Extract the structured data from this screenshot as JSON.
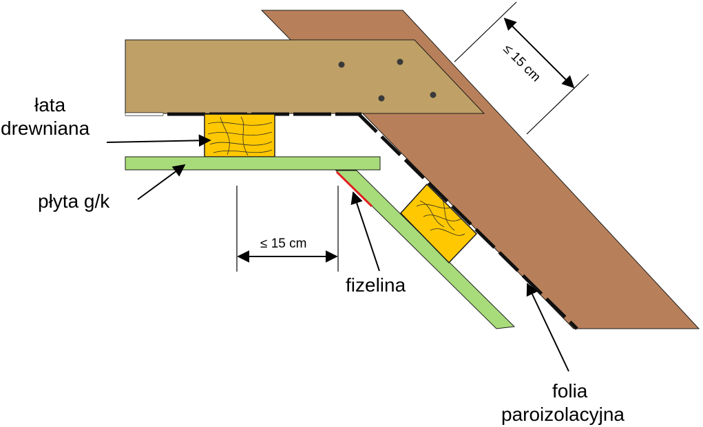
{
  "labels": {
    "lata": [
      "łata",
      "drewniana"
    ],
    "plyta": "płyta g/k",
    "fizelina": "fizelina",
    "folia": [
      "folia",
      "paroizolacyjna"
    ],
    "dim_horizontal": "≤ 15 cm",
    "dim_diagonal": "≤ 15 cm"
  },
  "colors": {
    "rafter_slope": "#B8805A",
    "beam_horizontal": "#BFA066",
    "batten_wood": "#FFC800",
    "drywall": "#A8DC7A",
    "fleece": "#E02020",
    "vapor_foil": "#111111",
    "outline": "#1a1a1a"
  }
}
